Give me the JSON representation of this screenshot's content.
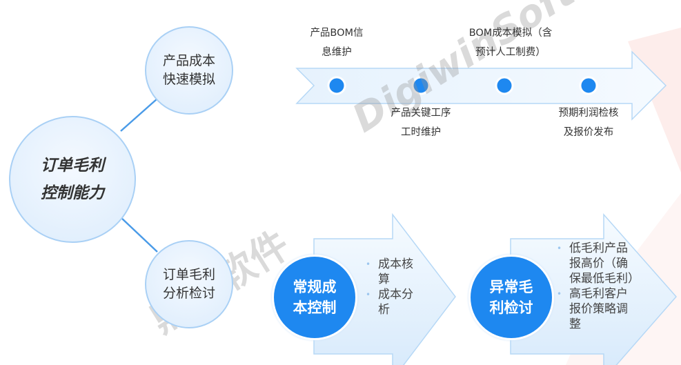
{
  "center": {
    "line1": "订单毛利",
    "line2": "控制能力"
  },
  "top_node": {
    "line1": "产品成本",
    "line2": "快速模拟"
  },
  "bottom_node": {
    "line1": "订单毛利",
    "line2": "分析检讨"
  },
  "timeline": [
    {
      "line1": "产品BOM信",
      "line2": "息维护"
    },
    {
      "line1": "产品关键工序",
      "line2": "工时维护"
    },
    {
      "line1": "BOM成本模拟（含",
      "line2": "预计人工制费）"
    },
    {
      "line1": "预期利润检核",
      "line2": "及报价发布"
    }
  ],
  "regular": {
    "line1": "常规成",
    "line2": "本控制",
    "bullets": [
      [
        "成本核",
        "算"
      ],
      [
        "成本分",
        "析"
      ]
    ]
  },
  "abnormal": {
    "line1": "异常毛",
    "line2": "利检讨",
    "bullets": [
      [
        "低毛利产品",
        "报高价（确",
        "保最低毛利）"
      ],
      [
        "高毛利客户",
        "报价策略调",
        "整"
      ]
    ]
  },
  "watermark": {
    "en": "DigiwinSoft",
    "cn": "鼎捷软件"
  },
  "colors": {
    "accent": "#1e88f0",
    "light": "#dcecfc",
    "border": "#a9d0f5"
  }
}
